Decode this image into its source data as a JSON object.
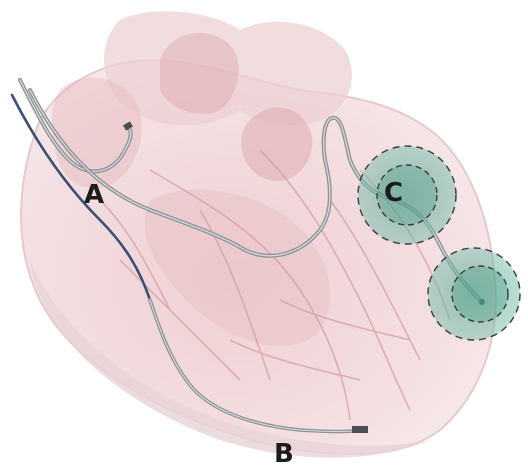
{
  "labels": {
    "a": "A",
    "b": "B",
    "c": "C"
  },
  "colors": {
    "heart_fill": "#f3dedf",
    "heart_tissue": "#e9c3c6",
    "vessel": "#d49aa2",
    "lead_gray": "#8f9396",
    "lead_blue": "#3a4f78",
    "target_zone": "#5fae9e",
    "label_text": "#1c1c1c"
  }
}
